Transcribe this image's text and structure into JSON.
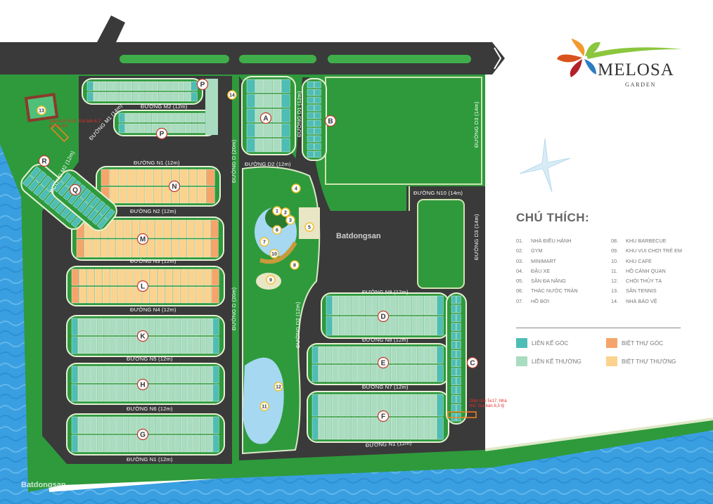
{
  "logo": {
    "name": "MELOSA",
    "subtitle": "GARDEN"
  },
  "legend": {
    "title": "CHÚ THÍCH:",
    "amenities_left": [
      {
        "num": "01.",
        "label": "NHÀ ĐIỀU HÀNH"
      },
      {
        "num": "02.",
        "label": "GYM"
      },
      {
        "num": "03.",
        "label": "MINIMART"
      },
      {
        "num": "04.",
        "label": "ĐẬU XE"
      },
      {
        "num": "05.",
        "label": "SÂN ĐA NĂNG"
      },
      {
        "num": "06.",
        "label": "THÁC NƯỚC TRÀN"
      },
      {
        "num": "07.",
        "label": "HỒ BƠI"
      }
    ],
    "amenities_right": [
      {
        "num": "08.",
        "label": "KHU BARBECUE"
      },
      {
        "num": "09.",
        "label": "KHU VUI CHƠI TRẺ EM"
      },
      {
        "num": "10.",
        "label": "KHU CAFE"
      },
      {
        "num": "11.",
        "label": "HỒ CẢNH QUAN"
      },
      {
        "num": "12.",
        "label": "CHÒI THỦY TẠ"
      },
      {
        "num": "13.",
        "label": "SÂN TENNIS"
      },
      {
        "num": "14.",
        "label": "NHÀ BẢO VỆ"
      }
    ],
    "types": [
      {
        "label": "LIÊN KẾ GÓC",
        "color": "#4dbdb5"
      },
      {
        "label": "BIỆT THỰ GÓC",
        "color": "#f5a46a"
      },
      {
        "label": "LIÊN KẾ THƯỜNG",
        "color": "#a9dcc0"
      },
      {
        "label": "BIỆT THỰ THƯỜNG",
        "color": "#fbd28e"
      }
    ]
  },
  "streets": {
    "m2_top": "ĐƯỜNG M2 (12m)",
    "n1_top": "ĐƯỜNG N1 (12m)",
    "m1": "ĐƯỜNG M1 (14m)",
    "m2_diag": "ĐƯỜNG M2 (12m)",
    "n2": "ĐƯỜNG N2 (12m)",
    "n3": "ĐƯỜNG N3 (12m)",
    "n4": "ĐƯỜNG N4 (12m)",
    "n5": "ĐƯỜNG N5 (12m)",
    "n6": "ĐƯỜNG N6 (12m)",
    "n1_bottom": "ĐƯỜNG N1 (12m)",
    "d_upper": "ĐƯỜNG D (20m)",
    "d_lower": "ĐƯỜNG D (20m)",
    "d1": "ĐƯỜNG D1 (12m)",
    "d2_top": "ĐƯỜNG D2 (12m)",
    "d3_upper": "ĐƯỜNG D3 (14m)",
    "d3_lower": "ĐƯỜNG D3 (14m)",
    "n10": "ĐƯỜNG N10 (14m)",
    "n9": "ĐƯỜNG N9 (12m)",
    "n8": "ĐƯỜNG N8 (12m)",
    "n7": "ĐƯỜNG N7 (12m)",
    "n1_right": "ĐƯỜNG N1 (12m)",
    "d2_vertical": "ĐƯỜNG D2 (12m)"
  },
  "blocks": [
    "P",
    "P",
    "A",
    "B",
    "R",
    "Q",
    "N",
    "M",
    "L",
    "K",
    "H",
    "G",
    "D",
    "E",
    "F",
    "C"
  ],
  "amenity_markers": [
    "1",
    "2",
    "3",
    "4",
    "5",
    "6",
    "7",
    "8",
    "9",
    "10",
    "11",
    "12",
    "13",
    "14"
  ],
  "annotations": {
    "top_left": "Diện tích 5x16. Giá bán 6,2 tỷ nhà thô",
    "bottom_right": "Diện tích 5x17. Nhà thô. Giá bán 6,3 tỷ"
  },
  "watermarks": {
    "center": "Batdongsan",
    "bottom_left": "Batdongsan"
  }
}
